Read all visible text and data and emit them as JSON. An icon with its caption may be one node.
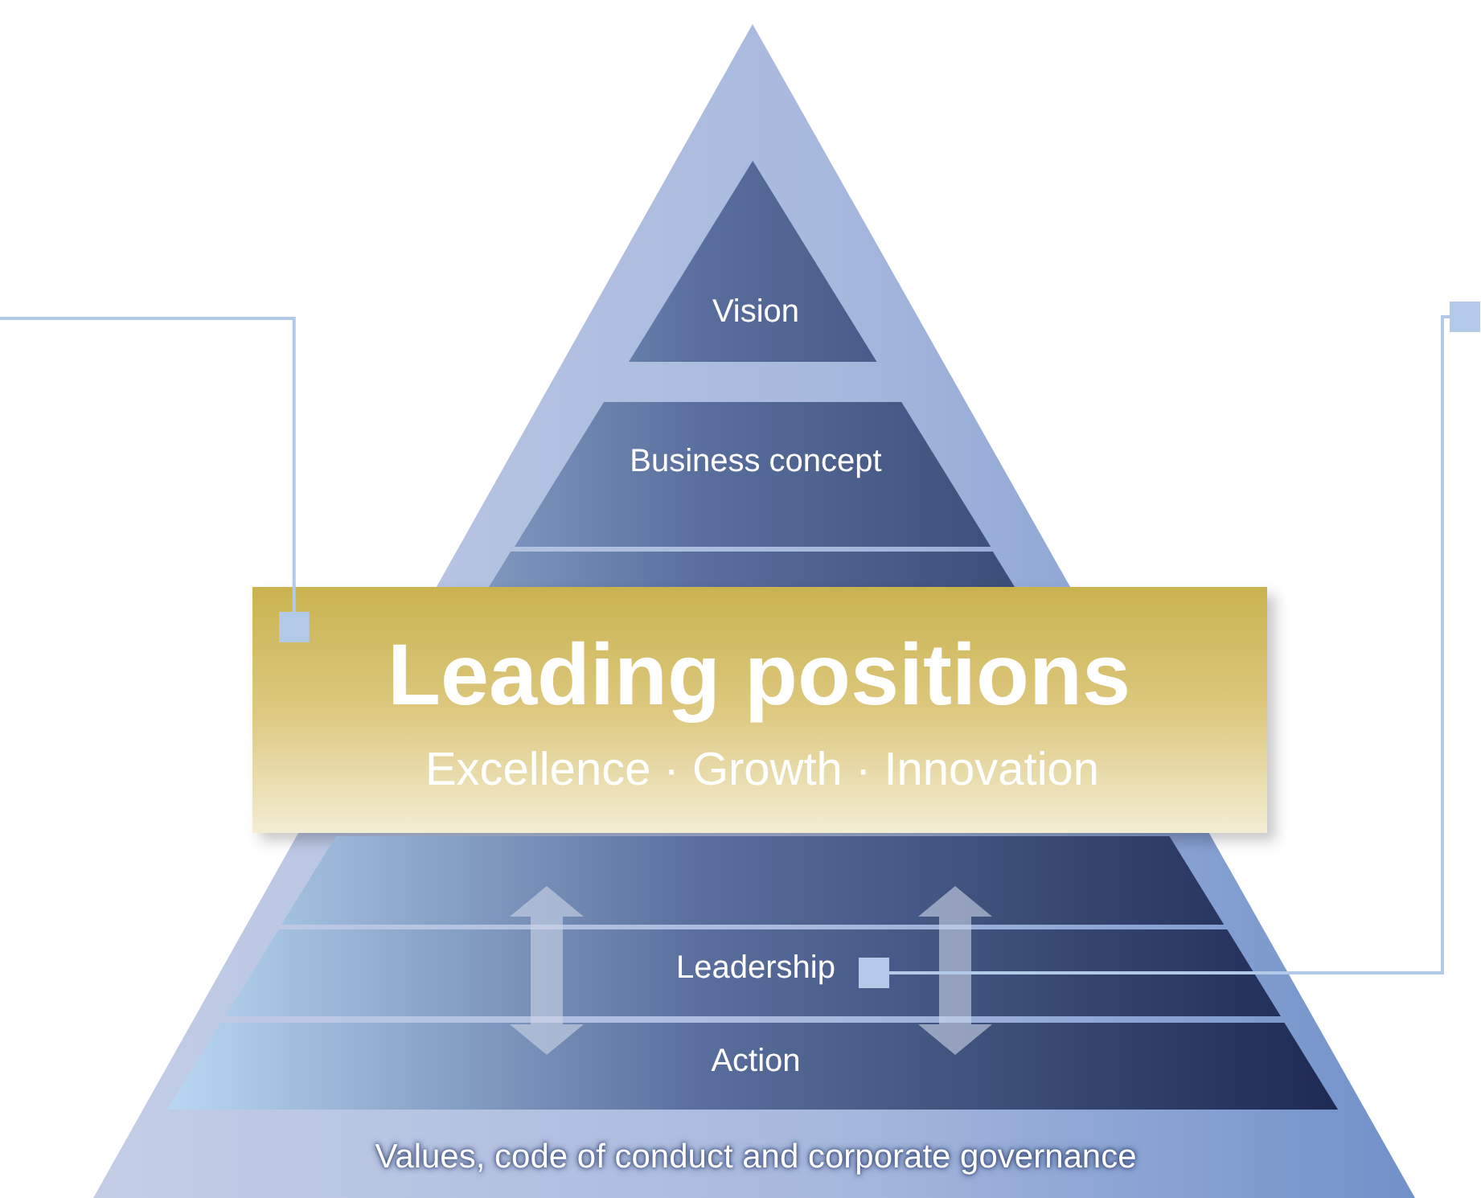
{
  "diagram": {
    "nodes": [
      {
        "text": [
          "Values, code of conduct and corporate governance"
        ]
      },
      {
        "text": [
          "Vision"
        ],
        "in": 0
      },
      {
        "text": [
          "Business concept"
        ],
        "in": 0
      },
      {
        "text": [],
        "shape": "bar",
        "in": 0
      },
      {
        "text": [
          "Leading positions",
          "Excellence · Growth · Innovation"
        ],
        "in": 0
      },
      {
        "text": [],
        "shape": "bar",
        "in": 0
      },
      {
        "text": [
          "Leadership"
        ],
        "in": 0
      },
      {
        "text": [
          "Action"
        ],
        "in": 0
      }
    ],
    "edges": [
      {
        "from": null,
        "to": 4,
        "arrow": "other"
      },
      {
        "from": 6,
        "to": null,
        "arrow": "other"
      }
    ]
  }
}
